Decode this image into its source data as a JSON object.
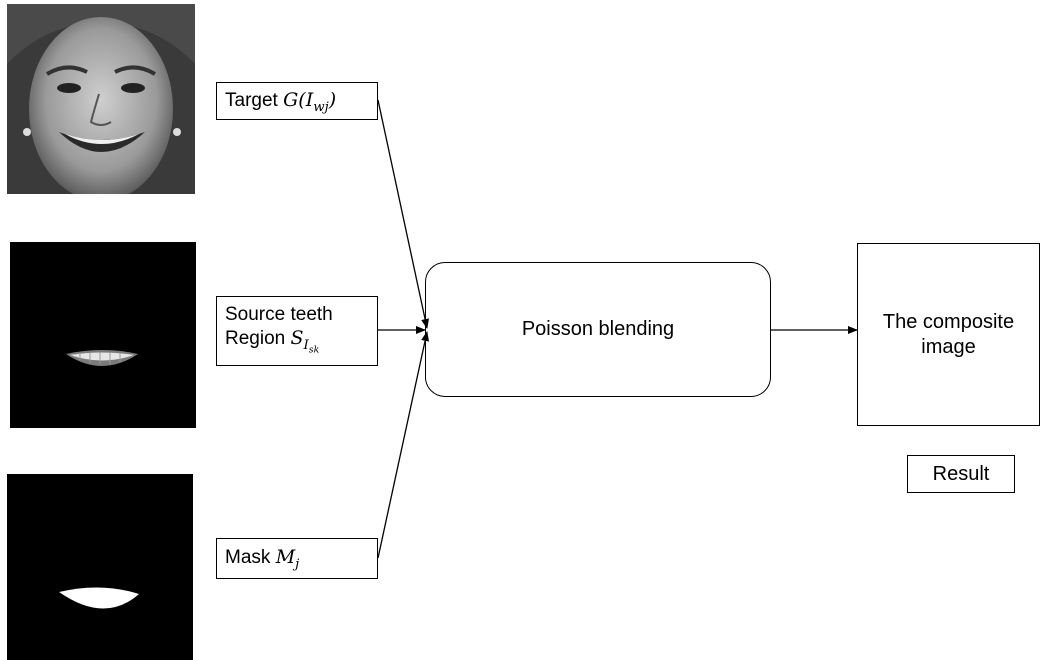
{
  "inputs": {
    "target": {
      "text": "Target ",
      "symbol": "G",
      "arg": "I",
      "arg_sub": "wj"
    },
    "source": {
      "line1": "Source teeth",
      "line2": "Region ",
      "symbol": "S",
      "sub": "I",
      "sub_sub": "sk"
    },
    "mask": {
      "text": "Mask ",
      "symbol": "M",
      "sub": "j"
    }
  },
  "process": {
    "label": "Poisson blending"
  },
  "output": {
    "label": "The composite image",
    "caption": "Result"
  }
}
